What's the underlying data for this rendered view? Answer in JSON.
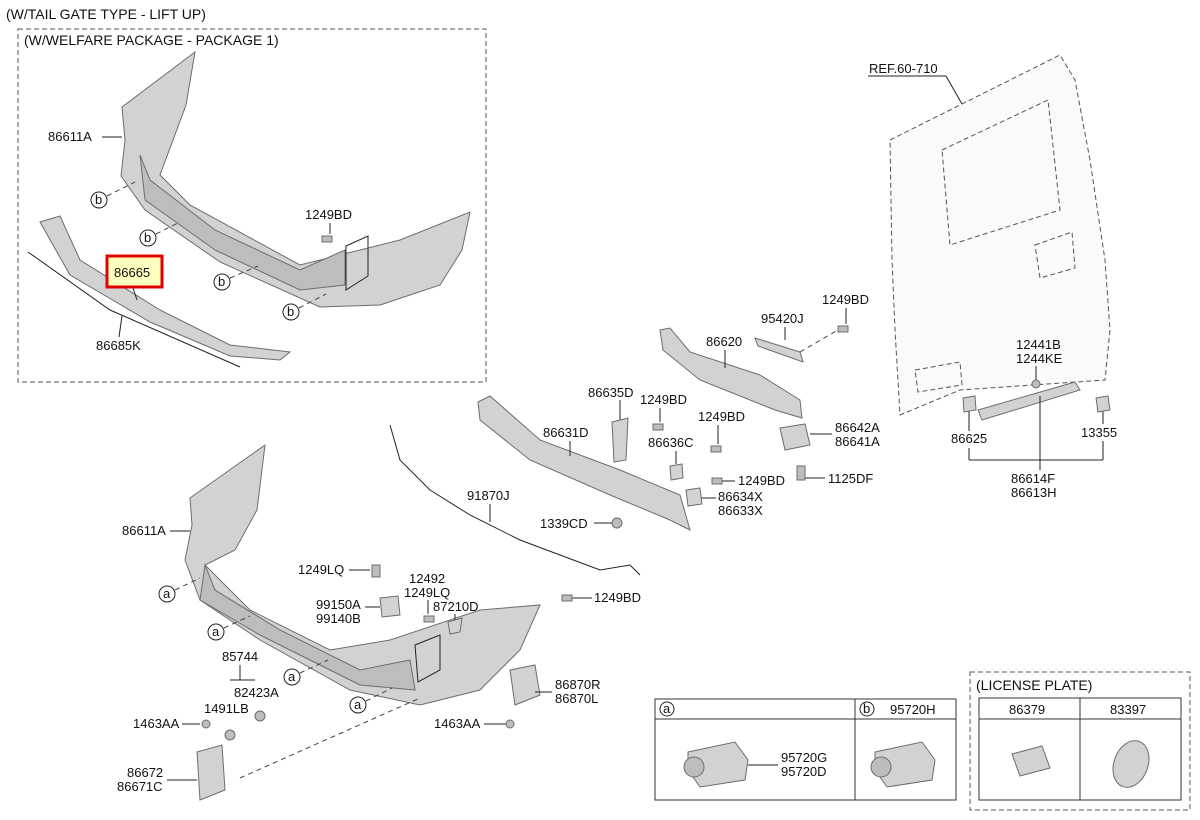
{
  "headers": {
    "tailgate": "(W/TAIL GATE TYPE - LIFT UP)",
    "welfare": "(W/WELFARE PACKAGE - PACKAGE 1)",
    "license": "(LICENSE PLATE)"
  },
  "callouts": {
    "a": "a",
    "b": "b"
  },
  "parts": {
    "p86611A_top": "86611A",
    "p86665": "86665",
    "p86685K": "86685K",
    "p1249BD_top": "1249BD",
    "ref60710": "REF.60-710",
    "p95420J": "95420J",
    "p1249BD_a": "1249BD",
    "p86620": "86620",
    "p12441B": "12441B",
    "p1244KE": "1244KE",
    "p86635D": "86635D",
    "p1249BD_b": "1249BD",
    "p1249BD_c": "1249BD",
    "p86631D": "86631D",
    "p86636C": "86636C",
    "p86642A": "86642A",
    "p86641A": "86641A",
    "p86625": "86625",
    "p13355": "13355",
    "p1125DF": "1125DF",
    "p1249BD_d": "1249BD",
    "p86634X": "86634X",
    "p86633X": "86633X",
    "p86614F": "86614F",
    "p86613H": "86613H",
    "p91870J": "91870J",
    "p1339CD": "1339CD",
    "p86611A_bot": "86611A",
    "p1249LQ_a": "1249LQ",
    "p12492": "12492",
    "p1249LQ_b": "1249LQ",
    "p87210D": "87210D",
    "p1249BD_e": "1249BD",
    "p99150A": "99150A",
    "p99140B": "99140B",
    "p85744": "85744",
    "p82423A": "82423A",
    "p1491LB": "1491LB",
    "p1463AA_a": "1463AA",
    "p86870R": "86870R",
    "p86870L": "86870L",
    "p1463AA_b": "1463AA",
    "p86672": "86672",
    "p86671C": "86671C",
    "p95720H": "95720H",
    "p95720G": "95720G",
    "p95720D": "95720D",
    "p86379": "86379",
    "p83397": "83397"
  },
  "colors": {
    "highlight_fill": "#ffffc0",
    "highlight_border": "#e00000",
    "part_fill": "#d2d2d2"
  }
}
